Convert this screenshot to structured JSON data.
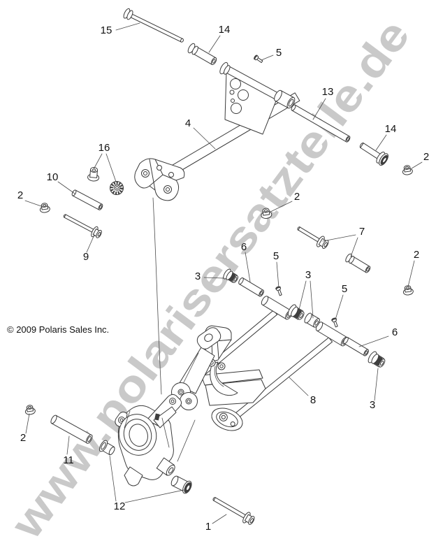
{
  "diagram": {
    "copyright": "© 2009 Polaris Sales Inc.",
    "watermark": "www.polarisersatzteile.de",
    "background_color": "#ffffff",
    "line_color": "#3a3a3a",
    "watermark_color": "#c9c9c9",
    "label_color": "#121212"
  },
  "callouts": [
    {
      "num": "15"
    },
    {
      "num": "14"
    },
    {
      "num": "5"
    },
    {
      "num": "13"
    },
    {
      "num": "14"
    },
    {
      "num": "2"
    },
    {
      "num": "4"
    },
    {
      "num": "16"
    },
    {
      "num": "10"
    },
    {
      "num": "2"
    },
    {
      "num": "9"
    },
    {
      "num": "3"
    },
    {
      "num": "6"
    },
    {
      "num": "5"
    },
    {
      "num": "2"
    },
    {
      "num": "7"
    },
    {
      "num": "3"
    },
    {
      "num": "5"
    },
    {
      "num": "2"
    },
    {
      "num": "6"
    },
    {
      "num": "3"
    },
    {
      "num": "8"
    },
    {
      "num": "2"
    },
    {
      "num": "11"
    },
    {
      "num": "12"
    },
    {
      "num": "1"
    }
  ]
}
